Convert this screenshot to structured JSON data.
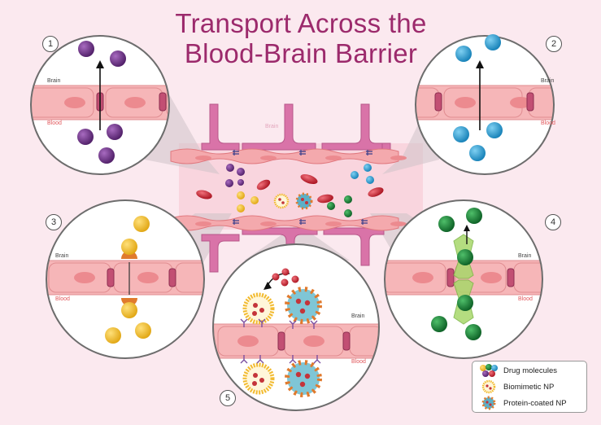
{
  "title": "Transport Across the Blood-Brain Barrier",
  "vessel": {
    "brain_label": "Brain"
  },
  "panels": [
    {
      "number": "1",
      "brain_label": "Brain",
      "blood_label": "Blood"
    },
    {
      "number": "2",
      "brain_label": "Brain",
      "blood_label": "Blood"
    },
    {
      "number": "3",
      "brain_label": "Brain",
      "blood_label": "Blood"
    },
    {
      "number": "4",
      "brain_label": "Brain",
      "blood_label": "Blood"
    },
    {
      "number": "5",
      "brain_label": "Brain",
      "blood_label": "Blood"
    }
  ],
  "legend": [
    {
      "label": "Drug molecules",
      "icon": "drug-molecules-icon"
    },
    {
      "label": "Biomimetic NP",
      "icon": "biomimetic-np-icon"
    },
    {
      "label": "Protein-coated NP",
      "icon": "protein-coated-np-icon"
    }
  ],
  "colors": {
    "background": "#fbe9ef",
    "title": "#9c2a6c",
    "cell": "#f6b6b8",
    "junction": "#c24f73",
    "purple_drug": "#6b2f86",
    "blue_drug": "#2ba1d8",
    "yellow_drug": "#f4c22c",
    "green_drug": "#1e8a3c",
    "red_blood_cell": "#d92b3a"
  }
}
